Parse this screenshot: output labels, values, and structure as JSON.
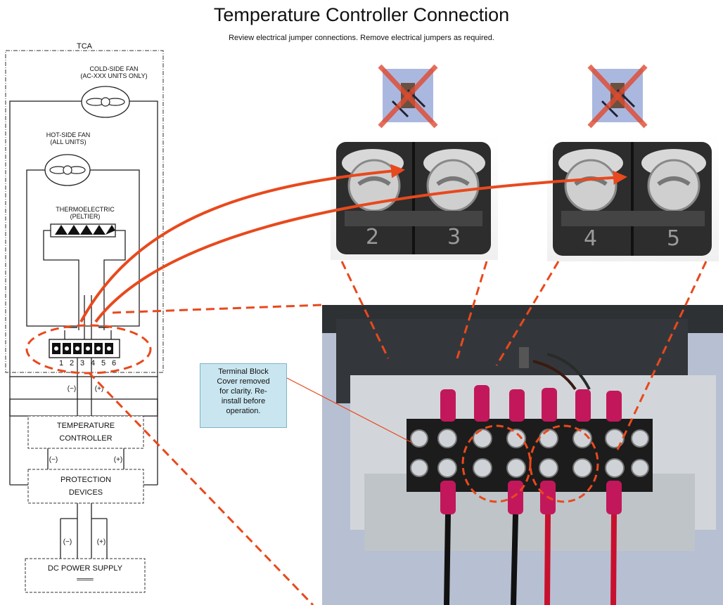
{
  "header": {
    "title": "Temperature Controller Connection",
    "subtitle": "Review electrical jumper connections. Remove electrical jumpers as required."
  },
  "schematic": {
    "enclosure_label": "TCA",
    "cold_fan_label": "COLD-SIDE FAN\n(AC-XXX UNITS ONLY)",
    "hot_fan_label": "HOT-SIDE FAN\n(ALL UNITS)",
    "peltier_label": "THERMOELECTRIC\n(PELTIER)",
    "terminal_numbers": [
      "1",
      "2",
      "3",
      "4",
      "5",
      "6"
    ],
    "polarity_neg": "(−)",
    "polarity_pos": "(+)",
    "controller_label": "TEMPERATURE\nCONTROLLER",
    "protection_label": "PROTECTION\nDEVICES",
    "power_label": "DC POWER SUPPLY",
    "dc_symbol": "═══"
  },
  "photos": {
    "closeup_left_numbers": [
      "2",
      "3"
    ],
    "closeup_right_numbers": [
      "4",
      "5"
    ]
  },
  "callout": {
    "text": "Terminal Block\nCover removed\nfor clarity. Re-\ninstall before\noperation."
  },
  "colors": {
    "arrow": "#e8491d",
    "callout_bg": "#c9e6f0",
    "jumper_bg": "#aab8e0",
    "wire_red": "#c8102e"
  }
}
